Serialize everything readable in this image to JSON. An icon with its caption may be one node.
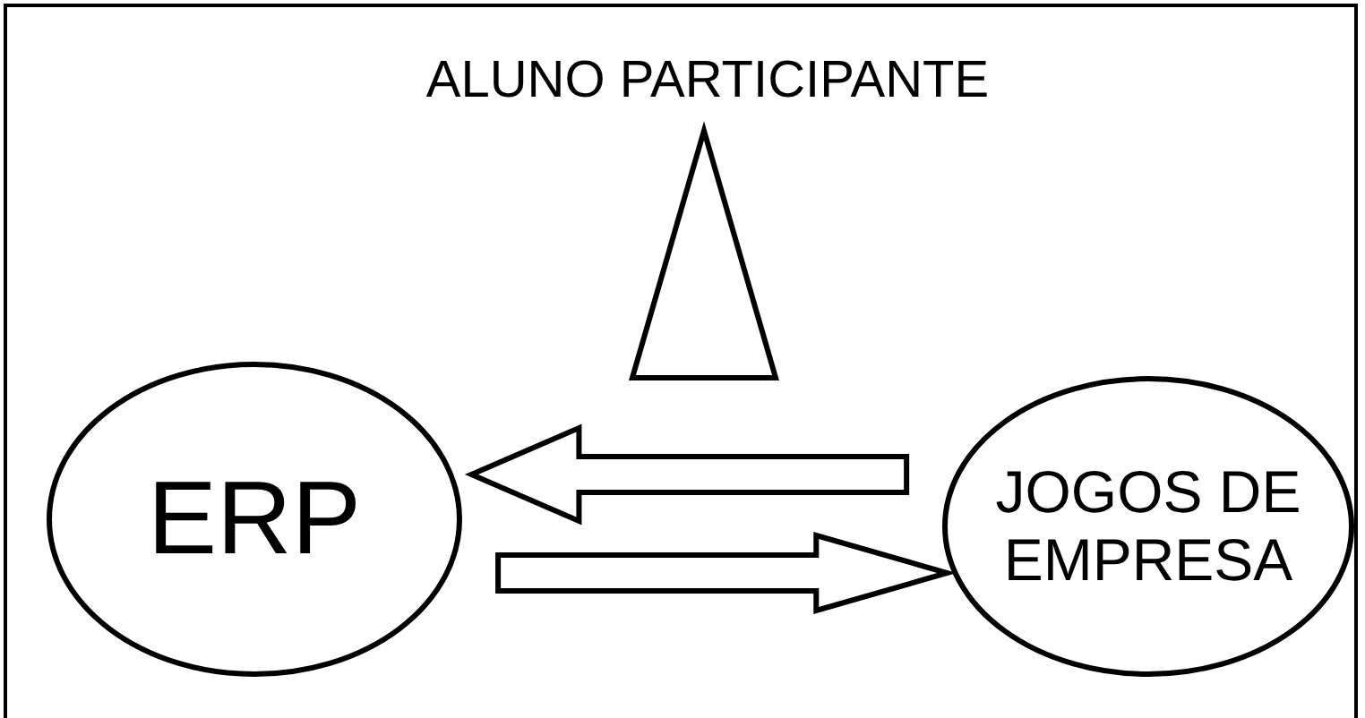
{
  "diagram": {
    "nodes": [
      {
        "text": [
          "ALUNO PARTICIPANTE"
        ]
      },
      {
        "text": [
          "ERP"
        ]
      },
      {
        "text": [
          "JOGOS DE EMPRESA"
        ]
      }
    ],
    "edges": [
      {
        "from": null,
        "to": 0,
        "arrow": "to"
      },
      {
        "from": 2,
        "to": 1,
        "arrow": "to"
      },
      {
        "from": 1,
        "to": 2,
        "arrow": "to"
      }
    ]
  }
}
